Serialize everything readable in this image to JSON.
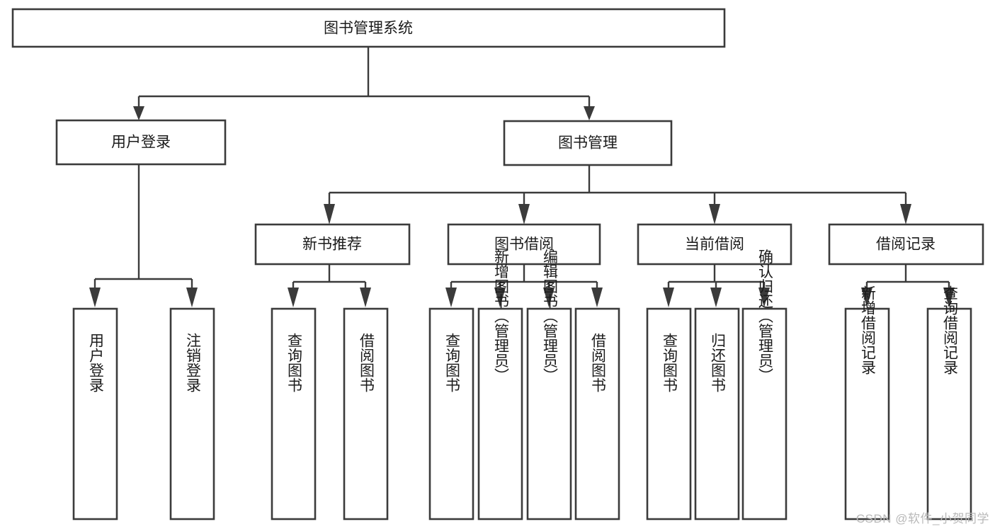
{
  "diagram": {
    "type": "tree",
    "title": "图书管理系统",
    "orientation": "top-down",
    "colors": {
      "box_fill": "#ffffff",
      "box_stroke": "#3b3b3b",
      "connector": "#3b3b3b",
      "text": "#1b1b1b",
      "background": "#ffffff",
      "watermark": "#b9b9b9"
    },
    "root": {
      "label": "图书管理系统"
    },
    "level2": [
      {
        "label": "用户登录"
      },
      {
        "label": "图书管理"
      }
    ],
    "level3": [
      {
        "label": "新书推荐"
      },
      {
        "label": "图书借阅"
      },
      {
        "label": "当前借阅"
      },
      {
        "label": "借阅记录"
      }
    ],
    "leaves": {
      "user_login": [
        {
          "label": "用户登录"
        },
        {
          "label": "注销登录"
        }
      ],
      "new_book_recommend": [
        {
          "label": "查询图书"
        },
        {
          "label": "借阅图书"
        }
      ],
      "book_borrow": [
        {
          "label": "查询图书"
        },
        {
          "label": "新增图书（管理员）"
        },
        {
          "label": "编辑图书（管理员）"
        },
        {
          "label": "借阅图书"
        }
      ],
      "current_borrow": [
        {
          "label": "查询图书"
        },
        {
          "label": "归还图书"
        },
        {
          "label": "确认归还（管理员）"
        }
      ],
      "borrow_record": [
        {
          "label": "新增借阅记录"
        },
        {
          "label": "查询借阅记录"
        }
      ]
    }
  },
  "watermark": {
    "text": "CSDN @软件_小贺同学"
  }
}
